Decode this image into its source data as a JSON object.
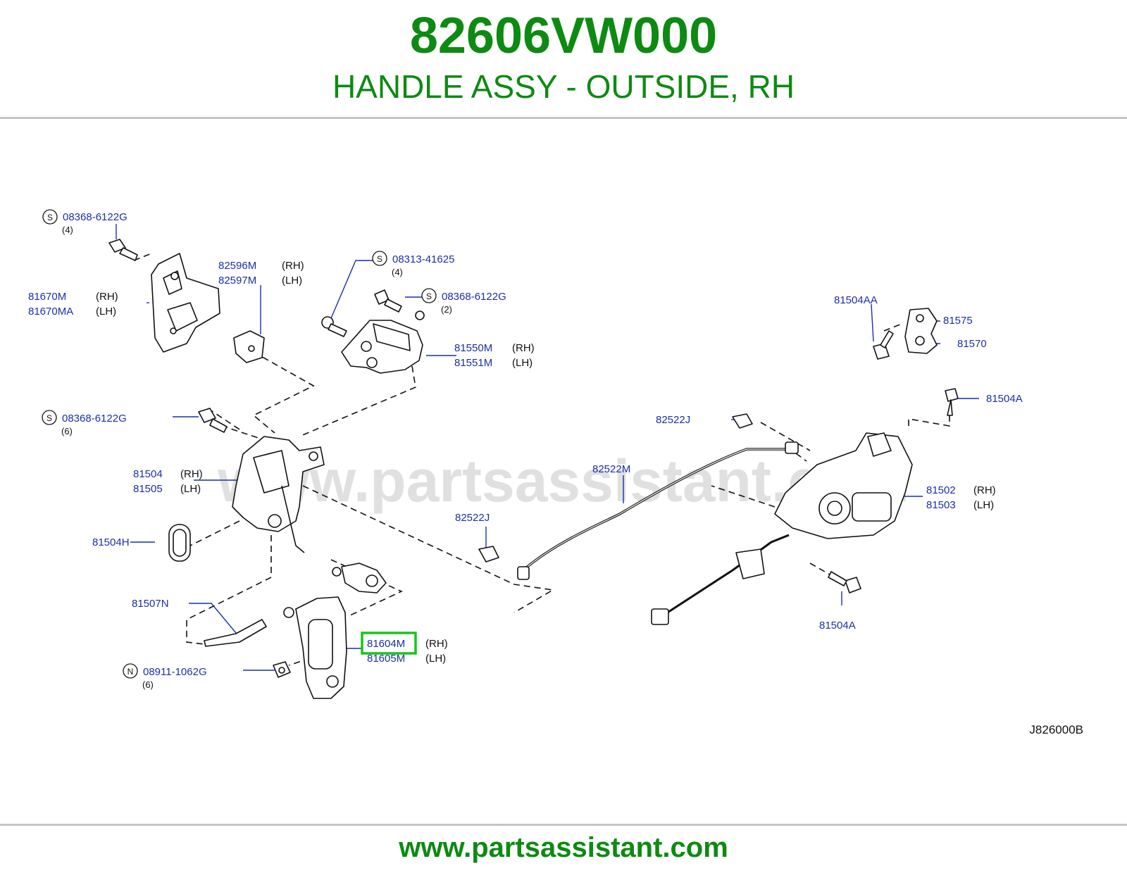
{
  "header": {
    "part_number": "82606VW000",
    "part_name": "HANDLE ASSY - OUTSIDE, RH"
  },
  "diagram": {
    "watermark": "www.partsassistant.com",
    "diagram_code": "J826000B",
    "highlighted_part": "81604M",
    "labels": [
      {
        "id": "s-bolt-top",
        "prefix": "S",
        "code": "08368-6122G",
        "qty": "(4)"
      },
      {
        "id": "82596M",
        "code": "82596M",
        "side": "(RH)"
      },
      {
        "id": "82597M",
        "code": "82597M",
        "side": "(LH)"
      },
      {
        "id": "81670M",
        "code": "81670M",
        "side": "(RH)"
      },
      {
        "id": "81670MA",
        "code": "81670MA",
        "side": "(LH)"
      },
      {
        "id": "s-screw-41625",
        "prefix": "S",
        "code": "08313-41625",
        "qty": "(4)"
      },
      {
        "id": "s-bolt-mid",
        "prefix": "S",
        "code": "08368-6122G",
        "qty": "(2)"
      },
      {
        "id": "81550M",
        "code": "81550M",
        "side": "(RH)"
      },
      {
        "id": "81551M",
        "code": "81551M",
        "side": "(LH)"
      },
      {
        "id": "81504AA",
        "code": "81504AA"
      },
      {
        "id": "81575",
        "code": "81575"
      },
      {
        "id": "81570",
        "code": "81570"
      },
      {
        "id": "s-bolt-lower",
        "prefix": "S",
        "code": "08368-6122G",
        "qty": "(6)"
      },
      {
        "id": "81504A-top",
        "code": "81504A"
      },
      {
        "id": "82522J-top",
        "code": "82522J"
      },
      {
        "id": "81504",
        "code": "81504",
        "side": "(RH)"
      },
      {
        "id": "81505",
        "code": "81505",
        "side": "(LH)"
      },
      {
        "id": "82522M",
        "code": "82522M"
      },
      {
        "id": "81502",
        "code": "81502",
        "side": "(RH)"
      },
      {
        "id": "81503",
        "code": "81503",
        "side": "(LH)"
      },
      {
        "id": "81504H",
        "code": "81504H"
      },
      {
        "id": "82522J-bottom",
        "code": "82522J"
      },
      {
        "id": "81507N",
        "code": "81507N"
      },
      {
        "id": "81604M",
        "code": "81604M",
        "side": "(RH)"
      },
      {
        "id": "81605M",
        "code": "81605M",
        "side": "(LH)"
      },
      {
        "id": "n-nut",
        "prefix": "N",
        "code": "08911-1062G",
        "qty": "(6)"
      },
      {
        "id": "81504A-bottom",
        "code": "81504A"
      }
    ]
  },
  "footer": {
    "url": "www.partsassistant.com"
  },
  "colors": {
    "brand_green": "#0d8a12",
    "label_blue": "#1a2fa8",
    "highlight_green": "#19c419",
    "line_art": "#111111",
    "watermark": "#dcdcdc"
  }
}
